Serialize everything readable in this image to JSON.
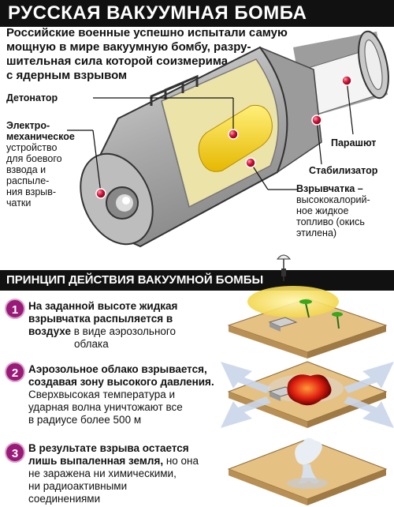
{
  "title": "РУССКАЯ ВАКУУМНАЯ БОМБА",
  "intro": [
    "Российские военные успешно испытали самую",
    "мощную в мире вакуумную бомбу, разру-",
    "шительная сила которой соизмерима",
    "с ядерным взрывом"
  ],
  "labels": {
    "detonator": "Детонатор",
    "electro": [
      "Электро-",
      "механическое"
    ],
    "electro_desc": [
      "устройство",
      "для боевого",
      "взвода и",
      "распыле-",
      "ния взрыв-",
      "чатки"
    ],
    "parachute": "Парашют",
    "stabilizer": "Стабилизатор",
    "explosive": "Взрывчатка –",
    "explosive_desc": [
      "высококалорий-",
      "ное жидкое",
      "топливо (окись",
      "этилена)"
    ]
  },
  "section_title": "ПРИНЦИП ДЕЙСТВИЯ ВАКУУМНОЙ БОМБЫ",
  "steps": [
    {
      "num": "1",
      "bold": [
        "На заданной высоте жидкая",
        "взрывчатка распыляется в",
        "воздухе"
      ],
      "tail": " в виде аэрозольного",
      "normal": [
        "облака"
      ]
    },
    {
      "num": "2",
      "bold": [
        "Аэрозольное облако взрывается,",
        "создавая зону высокого давления."
      ],
      "normal": [
        "Сверхвысокая температура и",
        "ударная волна уничтожают все",
        "в радиусе более 500 м"
      ]
    },
    {
      "num": "3",
      "bold": [
        "В результате взрыва остается",
        "лишь выпаленная земля,"
      ],
      "tail": " но она",
      "normal": [
        "не заражена ни химическими,",
        "ни радиоактивными",
        "соединениями"
      ]
    }
  ],
  "colors": {
    "accent": "#9a1a78",
    "bomb_body": "#b9b9b9",
    "fuel": "#f2d21a",
    "ground": "#e6c184",
    "arrow": "#c9d6ea"
  }
}
